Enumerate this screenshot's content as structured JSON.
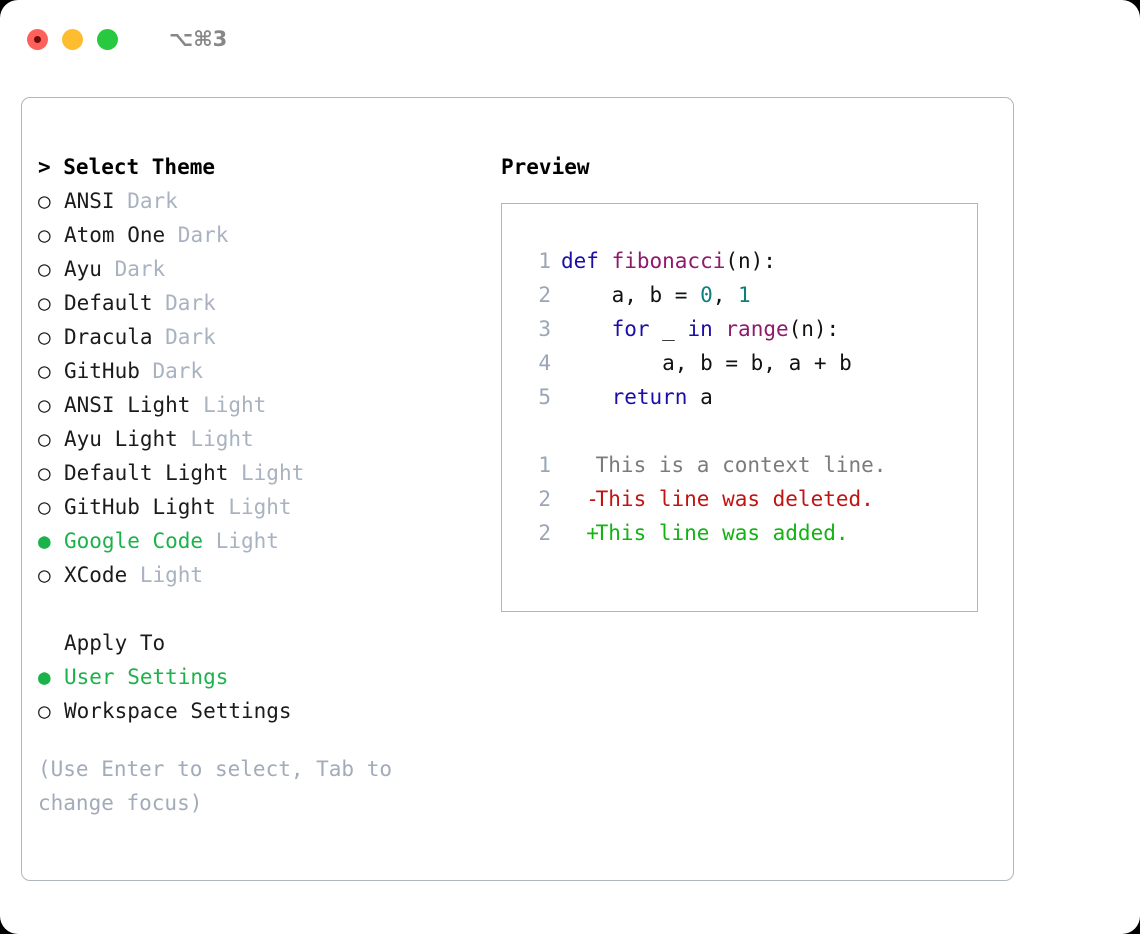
{
  "window": {
    "shortcut": "⌥⌘3",
    "traffic_lights": [
      {
        "name": "close-button",
        "color": "#fd6159"
      },
      {
        "name": "minimize-button",
        "color": "#fdbd2f"
      },
      {
        "name": "maximize-button",
        "color": "#28c840"
      }
    ]
  },
  "theme_picker": {
    "heading": "> Select Theme",
    "items": [
      {
        "bullet": "○",
        "name": "ANSI",
        "tag": "Dark",
        "selected": false
      },
      {
        "bullet": "○",
        "name": "Atom One",
        "tag": "Dark",
        "selected": false
      },
      {
        "bullet": "○",
        "name": "Ayu",
        "tag": "Dark",
        "selected": false
      },
      {
        "bullet": "○",
        "name": "Default",
        "tag": "Dark",
        "selected": false
      },
      {
        "bullet": "○",
        "name": "Dracula",
        "tag": "Dark",
        "selected": false
      },
      {
        "bullet": "○",
        "name": "GitHub",
        "tag": "Dark",
        "selected": false
      },
      {
        "bullet": "○",
        "name": "ANSI Light",
        "tag": "Light",
        "selected": false
      },
      {
        "bullet": "○",
        "name": "Ayu Light",
        "tag": "Light",
        "selected": false
      },
      {
        "bullet": "○",
        "name": "Default Light",
        "tag": "Light",
        "selected": false
      },
      {
        "bullet": "○",
        "name": "GitHub Light",
        "tag": "Light",
        "selected": false
      },
      {
        "bullet": "●",
        "name": "Google Code",
        "tag": "Light",
        "selected": true
      },
      {
        "bullet": "○",
        "name": "XCode",
        "tag": "Light",
        "selected": false
      }
    ]
  },
  "apply_to": {
    "heading": "Apply To",
    "items": [
      {
        "bullet": "●",
        "name": "User Settings",
        "selected": true
      },
      {
        "bullet": "○",
        "name": "Workspace Settings",
        "selected": false
      }
    ]
  },
  "hint": "(Use Enter to select, Tab to change focus)",
  "preview": {
    "heading": "Preview",
    "code_lines": [
      {
        "num": "1",
        "tokens": [
          {
            "t": "def ",
            "c": "kw"
          },
          {
            "t": "fibonacci",
            "c": "fn"
          },
          {
            "t": "(n):",
            "c": "pl"
          }
        ]
      },
      {
        "num": "2",
        "tokens": [
          {
            "t": "    a, b = ",
            "c": "pl"
          },
          {
            "t": "0",
            "c": "num"
          },
          {
            "t": ", ",
            "c": "pl"
          },
          {
            "t": "1",
            "c": "num"
          }
        ]
      },
      {
        "num": "3",
        "tokens": [
          {
            "t": "    ",
            "c": "pl"
          },
          {
            "t": "for",
            "c": "kw"
          },
          {
            "t": " _ ",
            "c": "pl"
          },
          {
            "t": "in",
            "c": "kw"
          },
          {
            "t": " ",
            "c": "pl"
          },
          {
            "t": "range",
            "c": "fn"
          },
          {
            "t": "(n):",
            "c": "pl"
          }
        ]
      },
      {
        "num": "4",
        "tokens": [
          {
            "t": "        a, b = b, a + b",
            "c": "pl"
          }
        ]
      },
      {
        "num": "5",
        "tokens": [
          {
            "t": "    ",
            "c": "pl"
          },
          {
            "t": "return",
            "c": "kw"
          },
          {
            "t": " a",
            "c": "pl"
          }
        ]
      }
    ],
    "diff_lines": [
      {
        "num": "1",
        "mark": " ",
        "text": "This is a context line.",
        "kind": "ctx"
      },
      {
        "num": "2",
        "mark": "-",
        "text": "This line was deleted.",
        "kind": "del"
      },
      {
        "num": "2",
        "mark": "+",
        "text": "This line was added.",
        "kind": "add"
      }
    ]
  },
  "colors": {
    "accent_green": "#1cb24b",
    "tag_gray": "#a8b2c0",
    "border": "#aeb6c2",
    "keyword": "#1b0ea8",
    "function": "#8e1a6b",
    "number": "#0e7f7f",
    "diff_add": "#13b313",
    "diff_del": "#c01414",
    "diff_ctx": "#7b7b7b"
  }
}
